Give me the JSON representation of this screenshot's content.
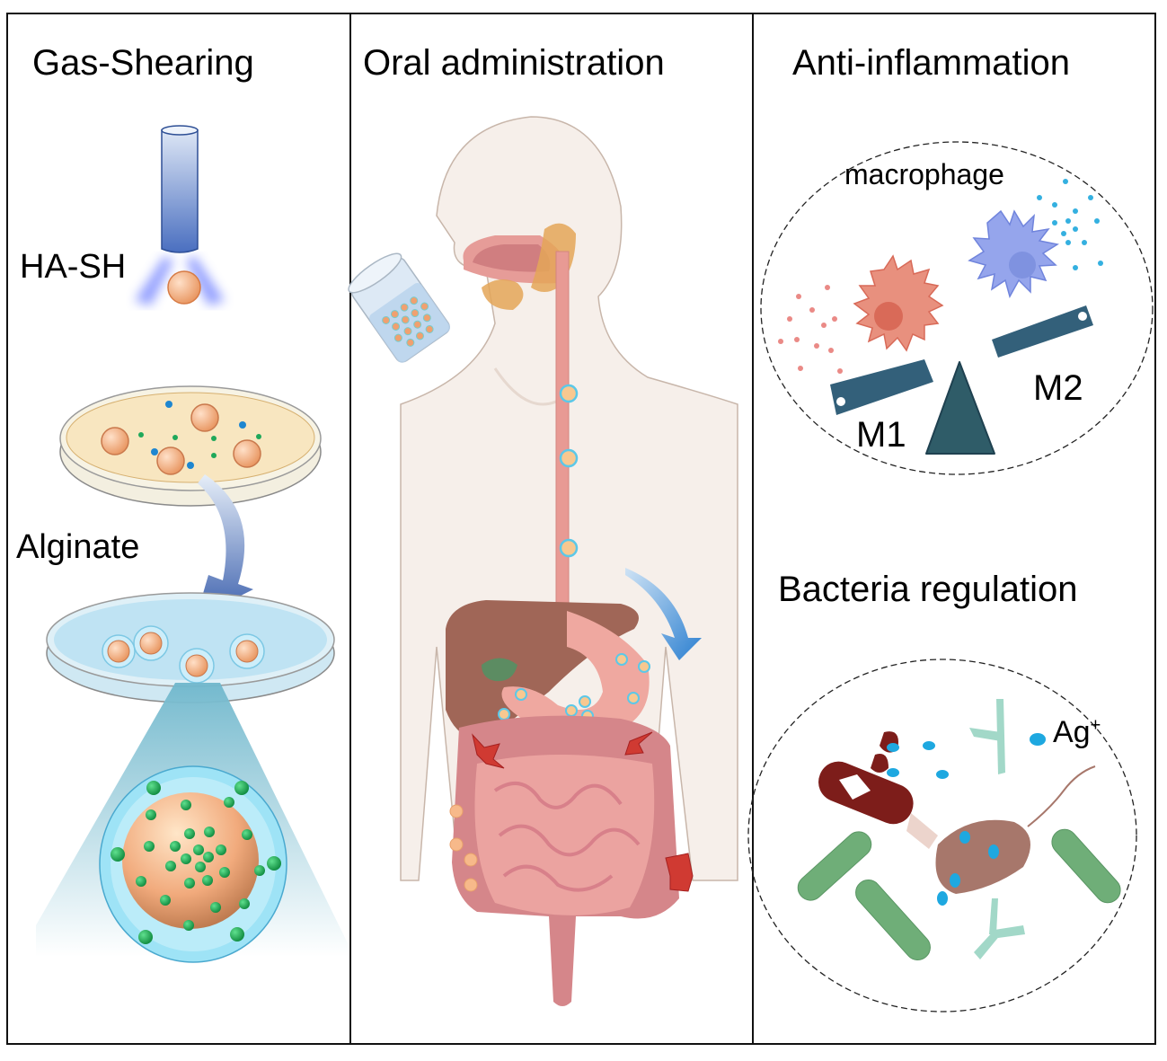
{
  "panels": [
    {
      "title": "Gas-Shearing",
      "labels": {
        "polymer": "HA-SH",
        "crosslinker": "Alginate"
      }
    },
    {
      "title": "Oral administration"
    },
    {
      "title": "Anti-inflammation",
      "macrophage_label": "macrophage",
      "m1_label": "M1",
      "m2_label": "M2",
      "subtitle": "Bacteria regulation",
      "ion_label": "Ag",
      "ion_charge": "+"
    }
  ],
  "colors": {
    "border": "#111111",
    "nozzle": "#4a72c2",
    "bead": "#f0a878",
    "alginate_shell": "#9ddcf2",
    "nanoparticle_green": "#1db35a",
    "m1_red": "#e8907e",
    "m2_blue": "#8fa0ea",
    "seesaw": "#33607a",
    "ag_ion": "#1ea8e0",
    "bacteria_green": "#6fae78",
    "bacteria_dead": "#7d1d1a",
    "bacteria_brown": "#a7776b"
  }
}
